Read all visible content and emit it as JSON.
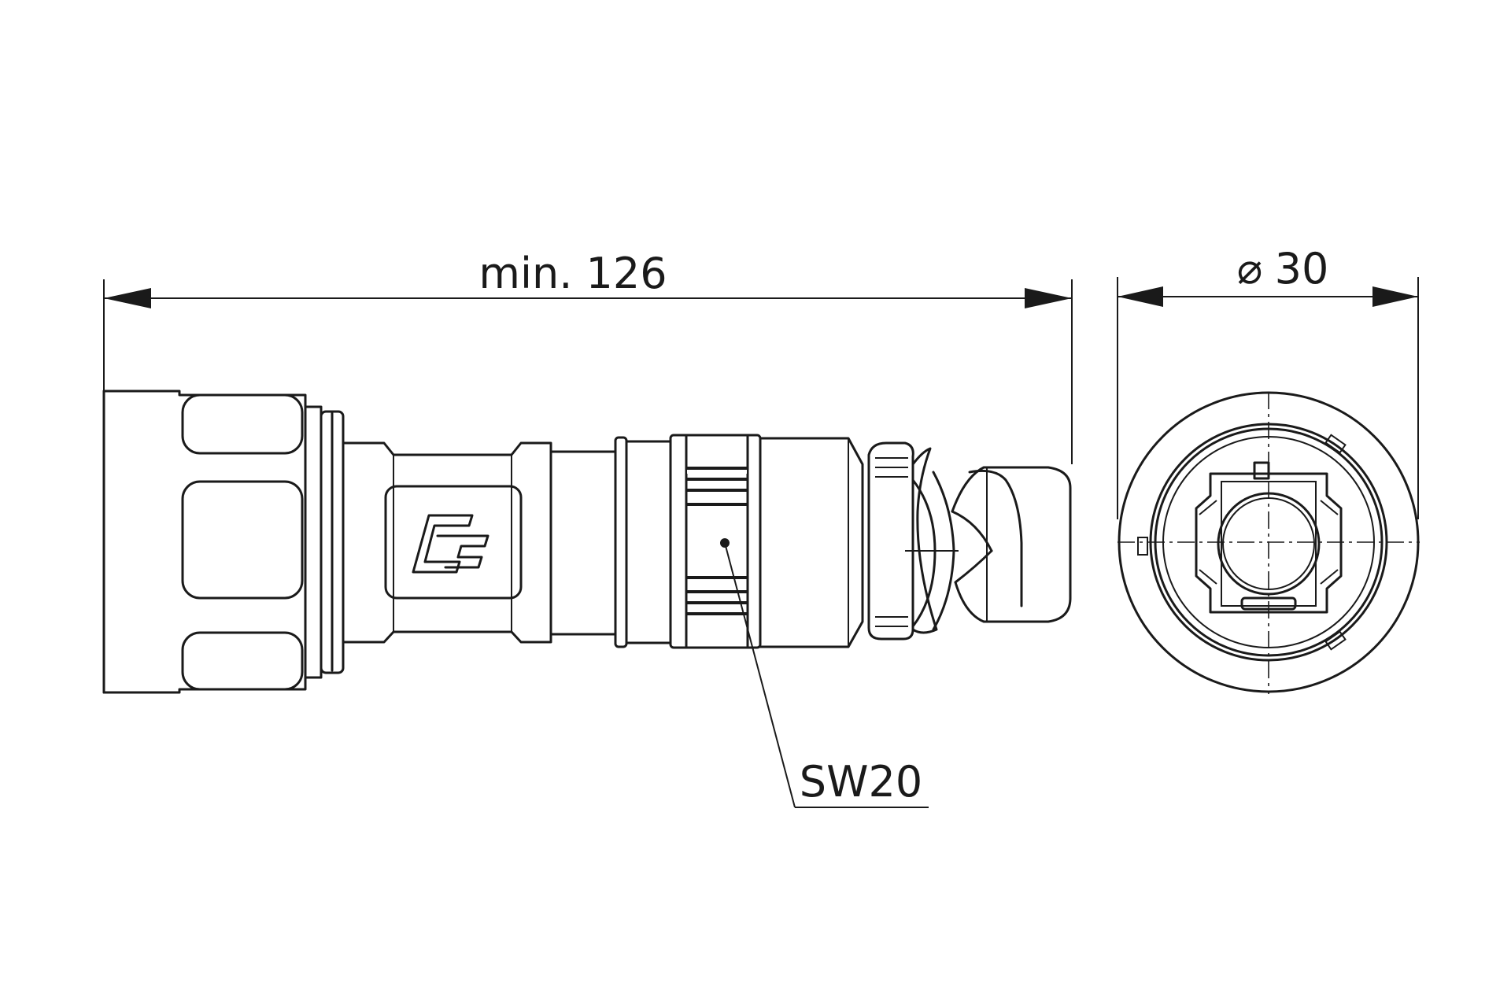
{
  "dimensions": {
    "length_label": "min. 126",
    "diameter_symbol": "⌀",
    "diameter_value": "30",
    "wrench_label": "SW20"
  },
  "logo": {
    "name": "coupling-logo"
  }
}
